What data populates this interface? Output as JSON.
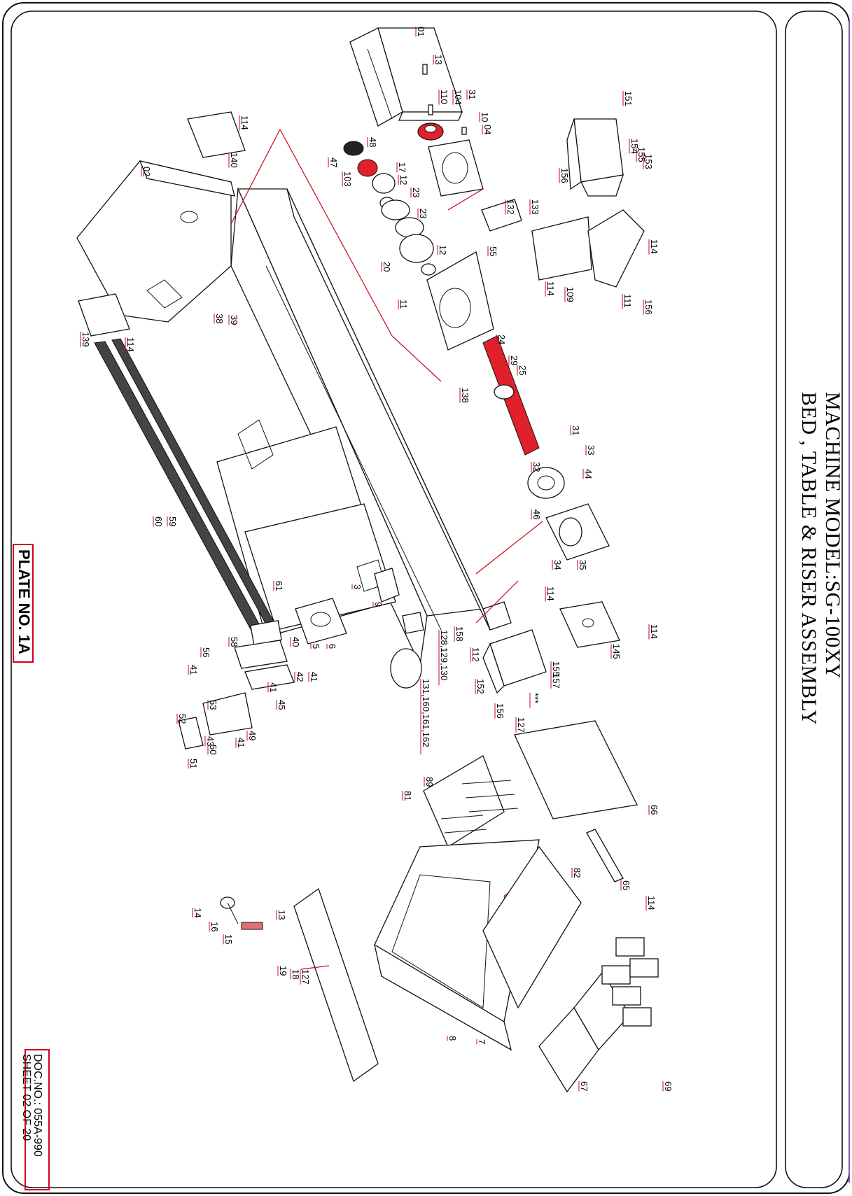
{
  "title": {
    "line1": "MACHINE MODEL:SG-100XY",
    "line2": "BED , TABLE & RISER ASSEMBLY"
  },
  "plate": "PLATE NO. 1A",
  "doc": {
    "number": "DOC.NO.: 055A-990",
    "sheet": "SHEET 02 OF 20"
  },
  "callouts": {
    "c01": "01",
    "c13a": "13",
    "c110": "110",
    "c104": "104",
    "c31a": "31",
    "c10": "10",
    "c04": "04",
    "c151": "151",
    "c154": "154",
    "c155a": "155",
    "c153": "153",
    "c156a": "156",
    "c114a": "114",
    "c140": "140",
    "c02": "02",
    "c48": "48",
    "c47": "47",
    "c103": "103",
    "c17": "17",
    "c12a": "12",
    "c23a": "23",
    "c23b": "23",
    "c20": "20",
    "c12b": "12",
    "c55": "55",
    "c132": "132",
    "c133": "133",
    "c114b": "114",
    "c109": "109",
    "c114c": "114",
    "c111": "111",
    "c156b": "156",
    "c11": "11",
    "c24": "24",
    "c29": "29",
    "c25": "25",
    "c138": "138",
    "c31b": "31",
    "c33": "33",
    "c32": "32",
    "c44": "44",
    "c46": "46",
    "c34": "34",
    "c35": "35",
    "c38": "38",
    "c39": "39",
    "c139": "139",
    "c114d": "114",
    "c60": "60",
    "c59": "59",
    "c61": "61",
    "c3": "3",
    "c9": "9",
    "c5": "5",
    "c6": "6",
    "c40": "40",
    "c58": "58",
    "c56": "56",
    "c41a": "41",
    "c42": "42",
    "c41b": "41",
    "c41c": "41",
    "c45": "45",
    "c53": "53",
    "c52": "52",
    "c49": "49",
    "c41d": "41",
    "c43": "43",
    "c50": "50",
    "c51": "51",
    "c114e": "114",
    "c158": "158",
    "c112": "112",
    "c155b": "155",
    "c157": "157",
    "c152": "152",
    "c156c": "156",
    "c114f": "114",
    "c145": "145",
    "c128": "128,129,130",
    "c131": "131,160,161,162",
    "cstar": "***",
    "c127a": "127",
    "c66": "66",
    "c89": "89",
    "c81": "81",
    "c82": "82",
    "c65": "65",
    "c114g": "114",
    "c13b": "13",
    "c14": "14",
    "c16": "16",
    "c15": "15",
    "c19": "19",
    "c18": "18",
    "c127b": "127",
    "c8": "8",
    "c7": "7",
    "c67": "67",
    "c69": "69"
  },
  "colors": {
    "frame": "#111111",
    "callout_line": "#d0021b",
    "highlight_part": "#e0202a",
    "accent_right": "#8a5ca8"
  }
}
